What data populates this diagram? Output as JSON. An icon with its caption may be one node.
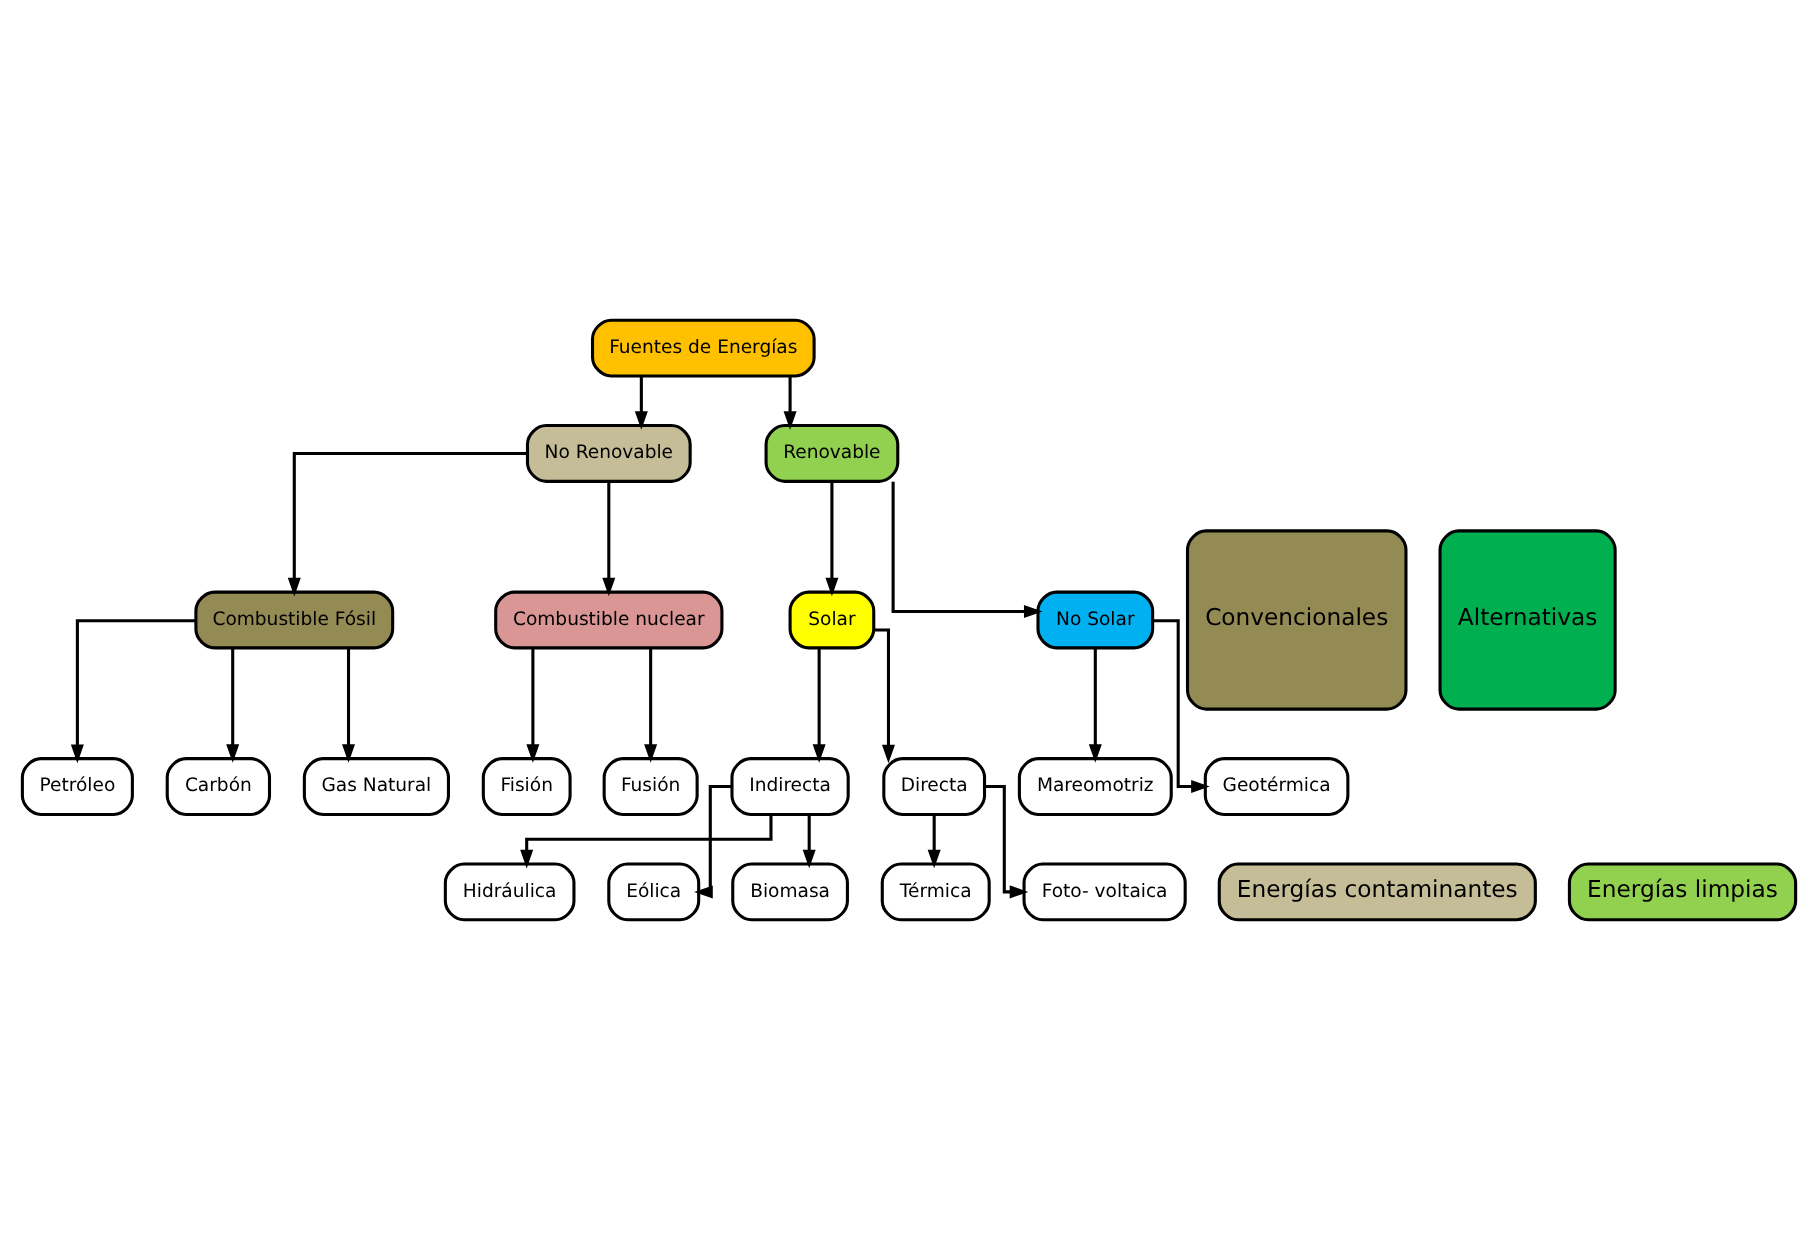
{
  "diagram": {
    "nodes": [
      {
        "text": [
          "Fuentes de Energías"
        ]
      },
      {
        "text": [
          "No Renovable"
        ]
      },
      {
        "text": [
          "Renovable"
        ]
      },
      {
        "text": [
          "Combustible Fósil"
        ]
      },
      {
        "text": [
          "Combustible nuclear"
        ]
      },
      {
        "text": [
          "Petróleo"
        ]
      },
      {
        "text": [
          "Carbón"
        ]
      },
      {
        "text": [
          "Gas Natural"
        ]
      },
      {
        "text": [
          "Fisión"
        ]
      },
      {
        "text": [
          "Fusión"
        ]
      },
      {
        "text": [
          "Solar"
        ]
      },
      {
        "text": [
          "No Solar"
        ]
      },
      {
        "text": [
          "Indirecta"
        ]
      },
      {
        "text": [
          "Directa"
        ]
      },
      {
        "text": [
          "Mareomotriz"
        ]
      },
      {
        "text": [
          "Geotérmica"
        ]
      },
      {
        "text": [
          "Hidráulica"
        ]
      },
      {
        "text": [
          "Eólica"
        ]
      },
      {
        "text": [
          "Biomasa"
        ]
      },
      {
        "text": [
          "Térmica"
        ]
      },
      {
        "text": [
          "Foto- voltaica"
        ]
      },
      {
        "text": [
          "Convencionales"
        ]
      },
      {
        "text": [
          "Alternativas"
        ]
      },
      {
        "text": [
          "Energías contaminantes"
        ]
      },
      {
        "text": [
          "Energías limpias"
        ]
      }
    ],
    "edges": [
      {
        "from": 0,
        "to": 1,
        "arrow": "to"
      },
      {
        "from": 0,
        "to": 2,
        "arrow": "to"
      },
      {
        "from": 1,
        "to": 3,
        "arrow": "to"
      },
      {
        "from": 1,
        "to": 4,
        "arrow": "to"
      },
      {
        "from": 3,
        "to": 5,
        "arrow": "to"
      },
      {
        "from": 3,
        "to": 6,
        "arrow": "to"
      },
      {
        "from": 3,
        "to": 7,
        "arrow": "to"
      },
      {
        "from": 4,
        "to": 8,
        "arrow": "to"
      },
      {
        "from": 4,
        "to": 9,
        "arrow": "to"
      },
      {
        "from": 2,
        "to": 10,
        "arrow": "to"
      },
      {
        "from": 2,
        "to": 11,
        "arrow": "to"
      },
      {
        "from": 10,
        "to": 12,
        "arrow": "to"
      },
      {
        "from": 10,
        "to": 13,
        "arrow": "to"
      },
      {
        "from": 11,
        "to": 14,
        "arrow": "to"
      },
      {
        "from": 11,
        "to": 15,
        "arrow": "to"
      },
      {
        "from": 12,
        "to": 16,
        "arrow": "to"
      },
      {
        "from": 12,
        "to": 17,
        "arrow": "to"
      },
      {
        "from": 12,
        "to": 18,
        "arrow": "to"
      },
      {
        "from": 13,
        "to": 19,
        "arrow": "to"
      },
      {
        "from": 13,
        "to": 20,
        "arrow": "to"
      }
    ]
  }
}
